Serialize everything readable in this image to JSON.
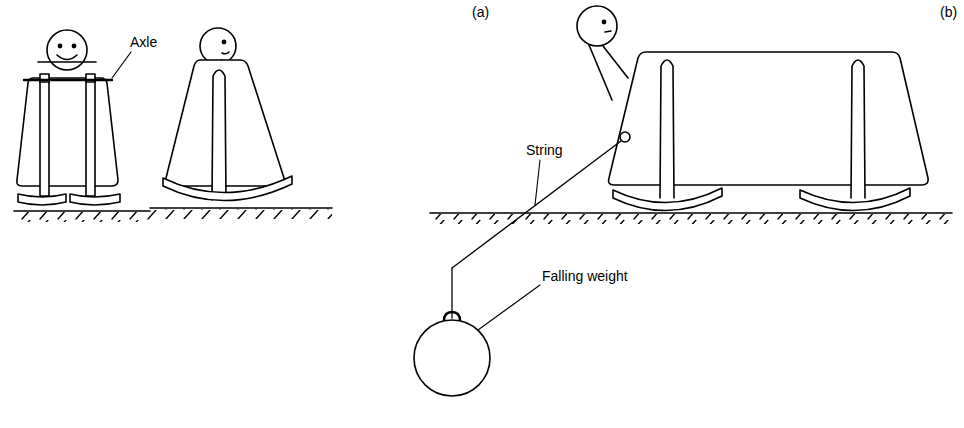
{
  "diagram": {
    "labels": [
      "(a)",
      "(b)",
      "Axle",
      "String",
      "Falling weight"
    ]
  }
}
